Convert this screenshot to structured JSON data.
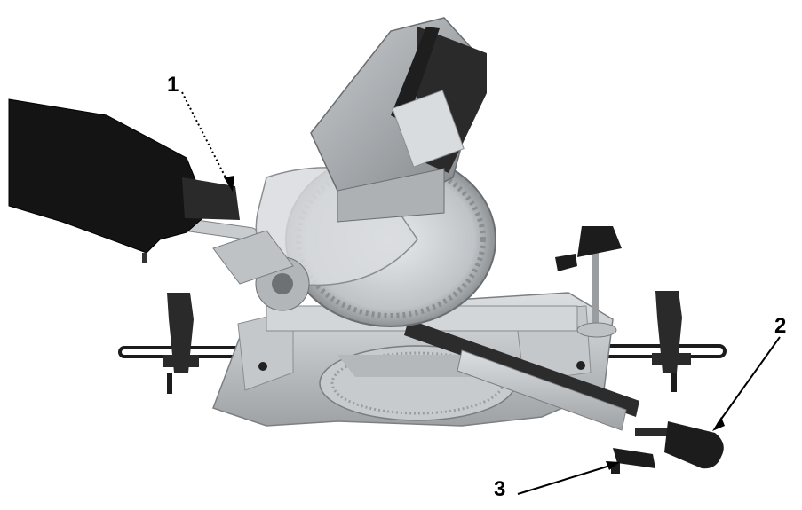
{
  "callouts": [
    {
      "label": "1"
    },
    {
      "label": "2"
    },
    {
      "label": "3"
    }
  ],
  "colors": {
    "metal": "#bfc2c4",
    "metal_dark": "#8e9295",
    "housing": "#9a9da0",
    "black": "#1c1c1c",
    "dust_bag": "#141414",
    "guard": "#d7dadd"
  }
}
